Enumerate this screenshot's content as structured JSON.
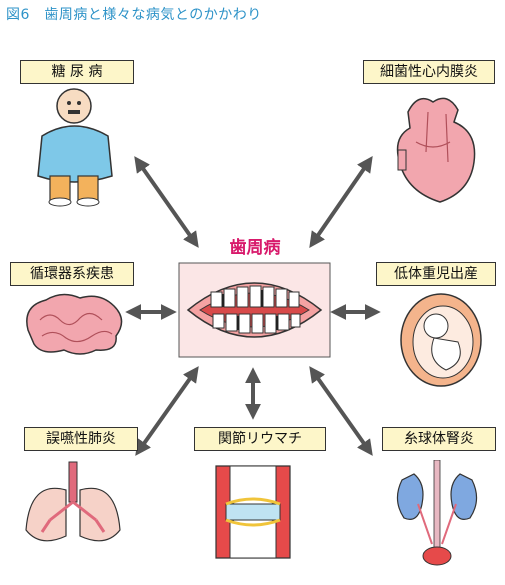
{
  "title": "図6　歯周病と様々な病気とのかかわり",
  "center": {
    "label": "歯周病"
  },
  "diseases": {
    "diabetes": "糖 尿 病",
    "endocarditis": "細菌性心内膜炎",
    "circulatory": "循環器系疾患",
    "low_birth_weight": "低体重児出産",
    "aspiration_pneumonia": "誤嚥性肺炎",
    "rheumatoid_arthritis": "関節リウマチ",
    "glomerulonephritis": "糸球体腎炎"
  },
  "colors": {
    "title": "#2e93c8",
    "center_label": "#d8196b",
    "label_bg": "#fdf6c9",
    "arrow": "#555555",
    "organ_pink": "#f2a6ae",
    "gum_red": "#d84a4a"
  },
  "icons": [
    "man-icon",
    "heart-icon",
    "brain-icon",
    "fetus-icon",
    "teeth-icon",
    "lungs-icon",
    "knee-joint-icon",
    "kidneys-icon"
  ]
}
